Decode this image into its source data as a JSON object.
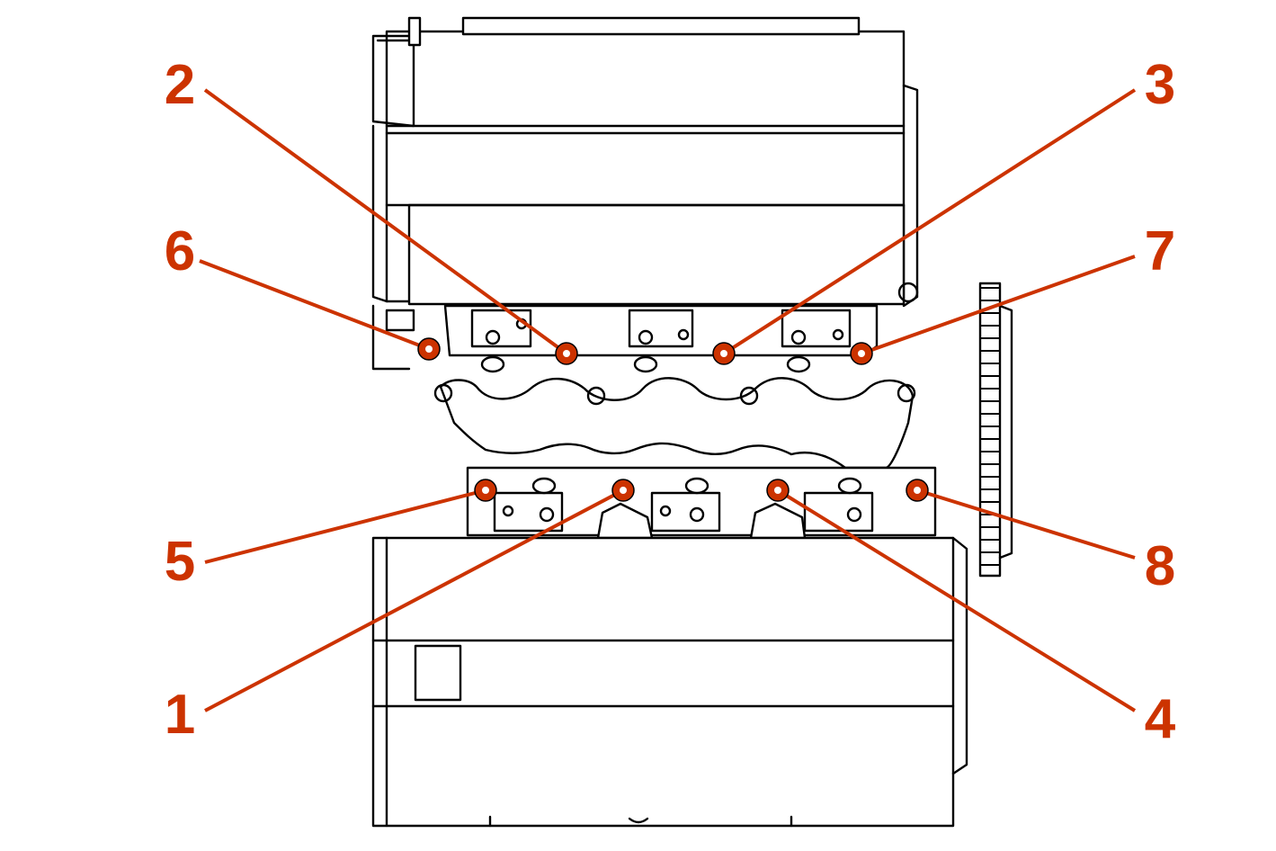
{
  "colors": {
    "callout": "#cc3300",
    "outline": "#000000",
    "background": "#ffffff"
  },
  "callouts": [
    {
      "id": "1",
      "label": "1"
    },
    {
      "id": "2",
      "label": "2"
    },
    {
      "id": "3",
      "label": "3"
    },
    {
      "id": "4",
      "label": "4"
    },
    {
      "id": "5",
      "label": "5"
    },
    {
      "id": "6",
      "label": "6"
    },
    {
      "id": "7",
      "label": "7"
    },
    {
      "id": "8",
      "label": "8"
    }
  ]
}
